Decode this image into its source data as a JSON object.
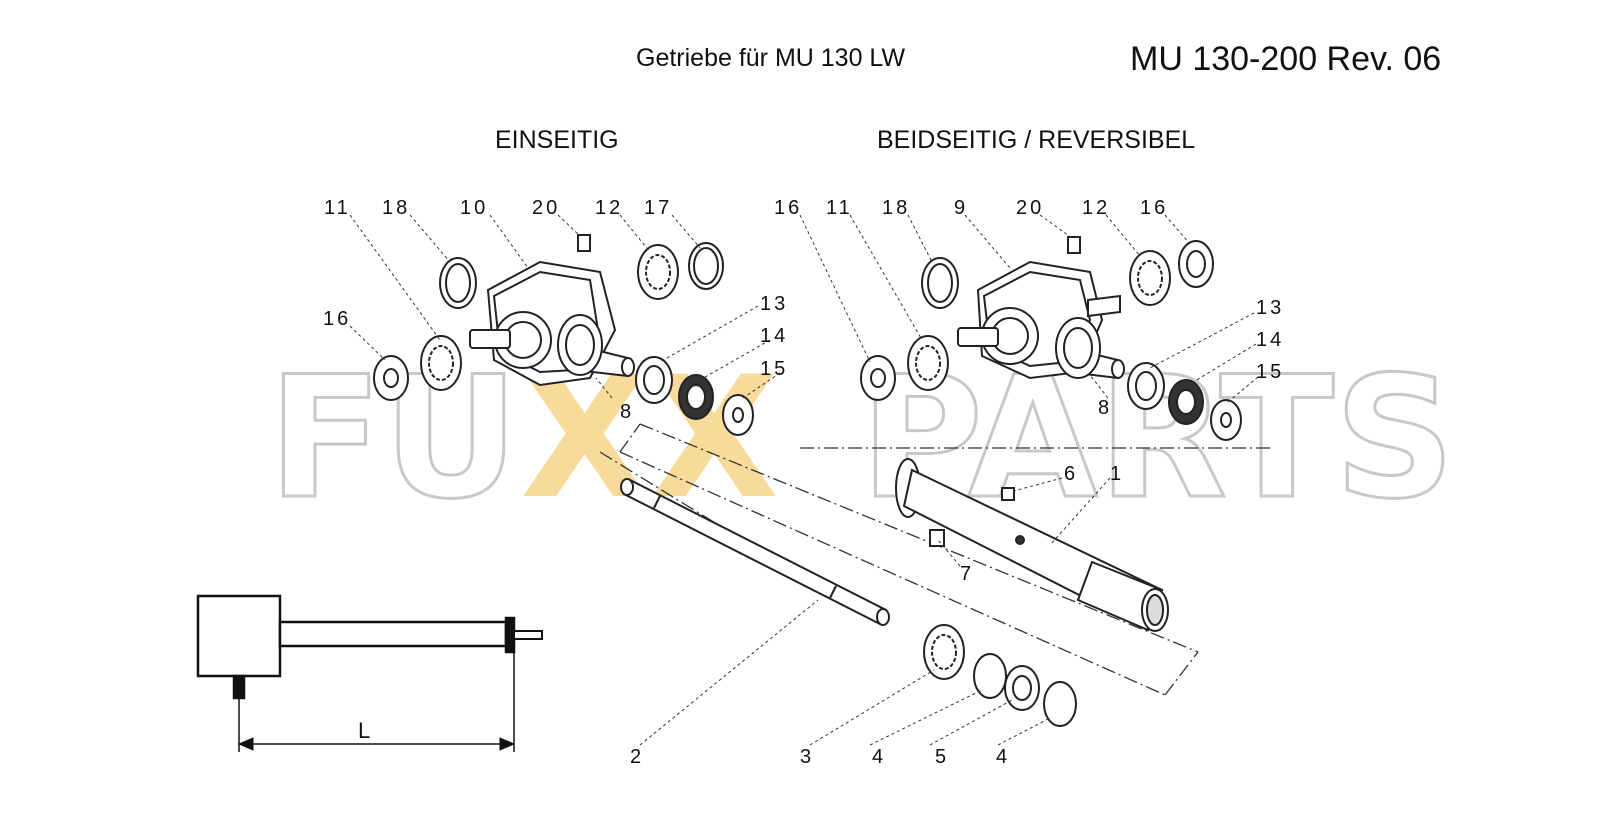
{
  "header": {
    "subtitle": "Getriebe für MU 130 LW",
    "document_id": "MU 130-200 Rev. 06"
  },
  "sections": {
    "left": "EINSEITIG",
    "right": "BEIDSEITIG / REVERSIBEL"
  },
  "callouts": {
    "left_top": [
      "11",
      "18",
      "10",
      "20",
      "12",
      "17"
    ],
    "left_mid": [
      "16",
      "13",
      "14",
      "15",
      "8"
    ],
    "right_top": [
      "16",
      "11",
      "18",
      "9",
      "20",
      "12",
      "16"
    ],
    "right_mid": [
      "13",
      "14",
      "15",
      "8",
      "6",
      "1",
      "7"
    ],
    "bottom": [
      "2",
      "3",
      "4",
      "5",
      "4"
    ]
  },
  "schematic": {
    "dimension_label": "L"
  },
  "watermark": {
    "text_a": "FU",
    "text_b": "XX",
    "text_c": "PARTS",
    "accent_color": "#f6cf7a",
    "outline_color": "#c8c8c8"
  }
}
